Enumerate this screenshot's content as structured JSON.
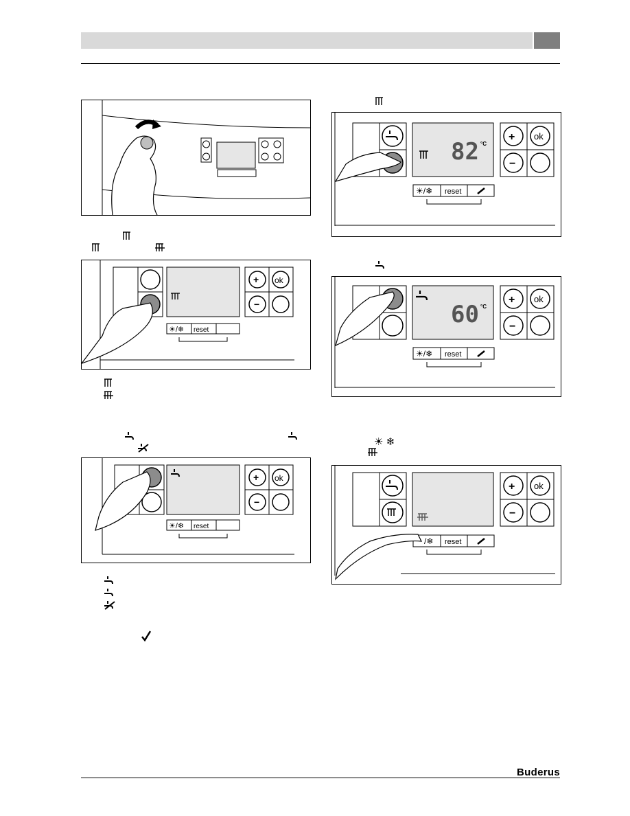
{
  "brand": {
    "logo_text": "Buderus"
  },
  "panel": {
    "reset_label": "reset",
    "ok_label": "ok",
    "plus_label": "+",
    "minus_label": "−",
    "summer_winter_label": "☀/❄"
  },
  "figures": {
    "heating_temp": {
      "display_value": "82",
      "unit": "°C"
    },
    "dhw_temp": {
      "display_value": "60",
      "unit": "°C"
    }
  },
  "colors": {
    "header_bar": "#d9d9d9",
    "header_tab": "#7f7f7f",
    "lcd": "#e6e6e6",
    "pressed_button": "#8c8c8c"
  },
  "icons": [
    "radiator-icon",
    "radiator-crossed-icon",
    "tap-icon",
    "tap-off-icon",
    "checkmark-icon",
    "sun-icon",
    "snowflake-icon",
    "wrench-icon",
    "hand-pointer-icon"
  ]
}
